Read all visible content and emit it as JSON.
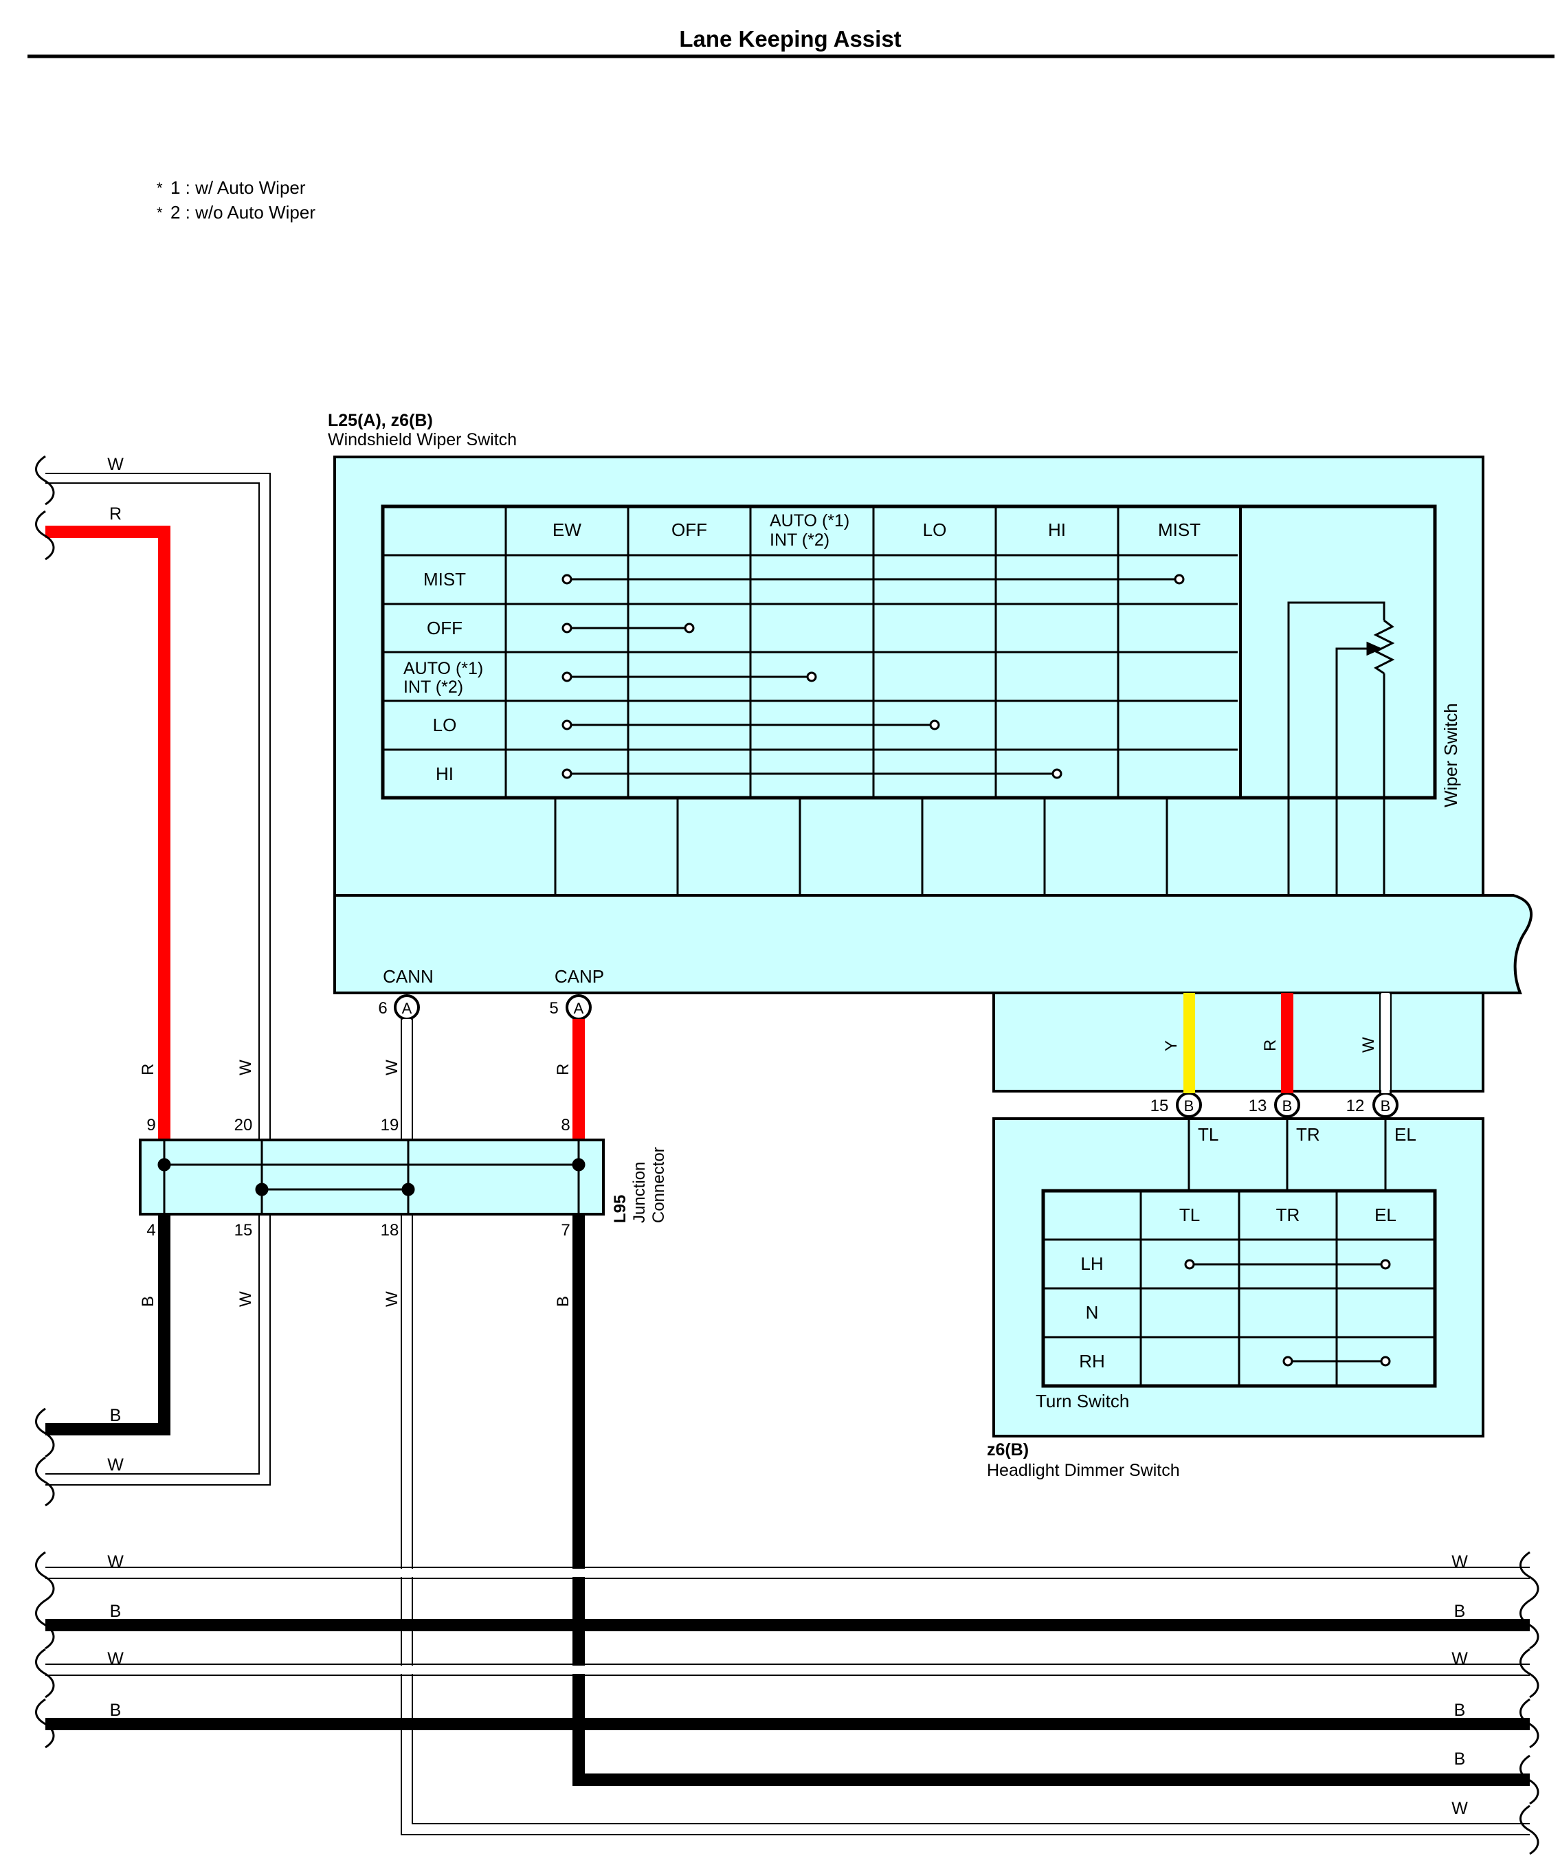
{
  "page": {
    "title": "Lane Keeping Assist"
  },
  "notes": [
    {
      "marker": "*",
      "text": "1 : w/ Auto Wiper"
    },
    {
      "marker": "*",
      "text": "2 : w/o Auto Wiper"
    }
  ],
  "colors": {
    "W": "#ffffff",
    "R": "#ff0000",
    "B": "#000000",
    "Y": "#ffee00",
    "component_fill": "#ccffff",
    "outline": "#000000"
  },
  "wiper_switch": {
    "code": "L25(A), z6(B)",
    "name": "Windshield Wiper Switch",
    "columns": [
      "EW",
      "OFF",
      "AUTO (*1)",
      "INT (*2)",
      "LO",
      "HI",
      "MIST"
    ],
    "rows": [
      "MIST",
      "OFF",
      "AUTO (*1)",
      "INT (*2)",
      "LO",
      "HI"
    ],
    "side_label": "Wiper Switch",
    "pins": [
      {
        "name": "CANN",
        "number": "6",
        "connector": "A",
        "wire": "W"
      },
      {
        "name": "CANP",
        "number": "5",
        "connector": "A",
        "wire": "R"
      }
    ],
    "lower_pins": [
      {
        "number": "15",
        "connector": "B",
        "wire": "Y"
      },
      {
        "number": "13",
        "connector": "B",
        "wire": "R"
      },
      {
        "number": "12",
        "connector": "B",
        "wire": "W"
      }
    ]
  },
  "junction": {
    "code": "L95",
    "name_line1": "Junction",
    "name_line2": "Connector",
    "top_pins": [
      "9",
      "20",
      "19",
      "8"
    ],
    "bottom_pins": [
      "4",
      "15",
      "18",
      "7"
    ],
    "top_wires": [
      "R",
      "W",
      "W",
      "R"
    ],
    "bottom_wires": [
      "B",
      "W",
      "W",
      "B"
    ]
  },
  "headlight_switch": {
    "code": "z6(B)",
    "name": "Headlight Dimmer Switch",
    "sub_name": "Turn Switch",
    "pin_labels": [
      "TL",
      "TR",
      "EL"
    ],
    "columns": [
      "TL",
      "TR",
      "EL"
    ],
    "rows": [
      "LH",
      "N",
      "RH"
    ]
  },
  "left_wires": {
    "top": [
      "W",
      "R"
    ],
    "bottom": [
      "B",
      "W"
    ]
  },
  "bus_wires": {
    "left": [
      "W",
      "B",
      "W",
      "B"
    ],
    "right": [
      "W",
      "B",
      "W",
      "B",
      "B",
      "W"
    ]
  }
}
